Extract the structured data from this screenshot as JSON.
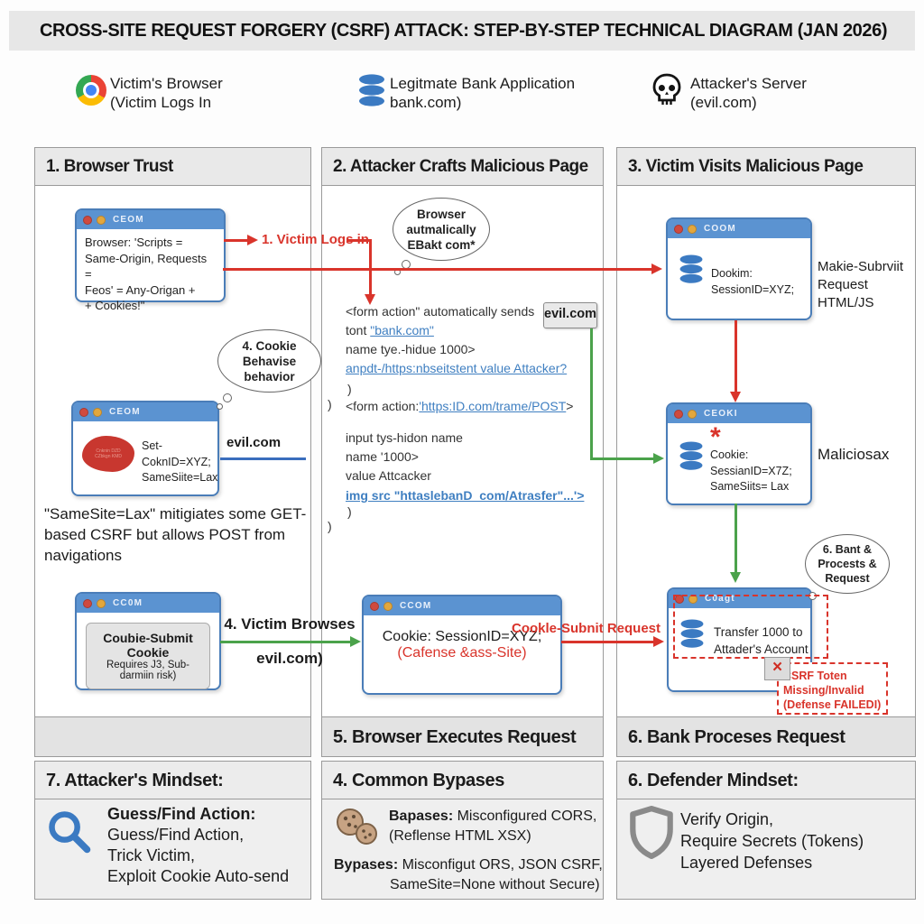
{
  "title": "CROSS-SITE REQUEST FORGERY (CSRF) ATTACK: STEP-BY-STEP TECHNICAL DIAGRAM (JAN 2026)",
  "colors": {
    "red": "#d9342b",
    "green": "#4ba24b",
    "link_blue": "#3f7fc1",
    "titlebar_blue": "#5b93d1"
  },
  "legend": {
    "victim": {
      "icon": "chrome-browser-icon",
      "line1": "Victim's Browser",
      "line2": "(Victim Logs In"
    },
    "bank": {
      "icon": "database-icon",
      "line1": "Legitmate Bank Application",
      "line2": "bank.com)"
    },
    "attacker": {
      "icon": "skull-icon",
      "line1": "Attacker's Server",
      "line2": "(evil.com)"
    }
  },
  "col1": {
    "header": "1. Browser Trust",
    "window1": {
      "title": "CEOM",
      "lines": [
        "Browser: 'Scripts =",
        "Same-Origin, Requests =",
        "Feos' = Any-Origan +",
        "+ Cookies!\""
      ]
    },
    "bubble": {
      "lines": [
        "4. Cookie",
        "Behavise",
        "behavior"
      ]
    },
    "window2": {
      "title": "CEOM",
      "blob_text": "Cnknin DZD\nCZbkgn KMD",
      "line1": "Set-CoknID=XYZ;",
      "line2": "SameSiite=Lax"
    },
    "evil_label": "evil.com",
    "note_lines": [
      "\"SameSite=Lax\" mitigiates some GET-",
      "based CSRF but allows POST from",
      "navigations"
    ],
    "window3": {
      "title": "CC0M",
      "button_title": "Coubie-Submit Cookie",
      "button_sub": "Requires J3, Sub-darmiin risk)"
    },
    "banner": "",
    "mindset": {
      "header": "7. Attacker's Mindset:",
      "bold_line": "Guess/Find Action:",
      "lines": [
        "Guess/Find Action,",
        "Trick Victim,",
        "Exploit Cookie Auto-send"
      ]
    }
  },
  "col2": {
    "header": "2. Attacker Crafts Malicious Page",
    "bubble": {
      "lines": [
        "Browser",
        "autmalically",
        "EBakt com*"
      ]
    },
    "evil_box": "evil.com",
    "code1": {
      "l1": "<form action\" automatically sends",
      "l2_pre": "tont ",
      "l2_link": "\"bank.com\"",
      "l3": "name tye.-hidue 1000>",
      "l4_link": "anpdt-/https:nbseitstent value Attacker?",
      "l5": ")",
      "l6": ")"
    },
    "code2": {
      "l1_pre": "<form action:",
      "l1_link": "'https:ID.com/trame/POST",
      "l1_post": ">",
      "l2": "input tys-hidon name",
      "l3": "name '1000>",
      "l4": "value Attcacker",
      "l5_link": "img src \"httaslebanD_com/Atrasfer\"...'>",
      "l6": ")",
      "l7": ")"
    },
    "window": {
      "title": "CCOM",
      "line1": "Cookie: SessionID=XYZ;",
      "line2": "(Cafense &ass-Site)"
    },
    "banner": "5. Browser Executes Request",
    "bypasses": {
      "header": "4. Common Bypases",
      "b1_bold": "Bapases:",
      "b1_rest": " Misconfigured CORS,",
      "b1_line2": "(Reflense HTML XSX)",
      "b2_bold": "Bypases:",
      "b2_rest": " Misconfigut ORS, JSON CSRF,",
      "b2_line2": "SameSite=None without Secure)"
    }
  },
  "col3": {
    "header": "3. Victim Visits Malicious Page",
    "window1": {
      "title": "COOM",
      "line1": "Dookim: SessionID=XYZ;"
    },
    "side1_lines": [
      "Makie-Subrviit",
      "Request",
      "HTML/JS"
    ],
    "window2": {
      "title": "CEOKI",
      "asterisk": "*",
      "line1": "Cookie: SessianID=X7Z;",
      "line2": "SameSiits= Lax"
    },
    "side2": "Maliciosax",
    "bubble": {
      "lines": [
        "6. Bant &",
        "Procests &",
        "Request"
      ]
    },
    "window3": {
      "title": "C0agt",
      "line1": "Transfer 1000 to",
      "line2": "Attader's Account"
    },
    "x_mark": "×",
    "fail_box_lines": [
      "CSRF Toten",
      "Missing/Invalid",
      "(Defense FAILEDI)"
    ],
    "banner": "6. Bank Proceses Request",
    "defender": {
      "header": "6. Defender Mindset:",
      "lines": [
        "Verify Origin,",
        "Require Secrets (Tokens)",
        "Layered Defenses"
      ]
    }
  },
  "arrows": {
    "victim_logs_in": "1. Victim Logs in",
    "victim_browses_line1": "4. Victim Browses",
    "victim_browses_line2": "evil.com)",
    "cookie_submit": "Cookle-Subnit Request"
  }
}
